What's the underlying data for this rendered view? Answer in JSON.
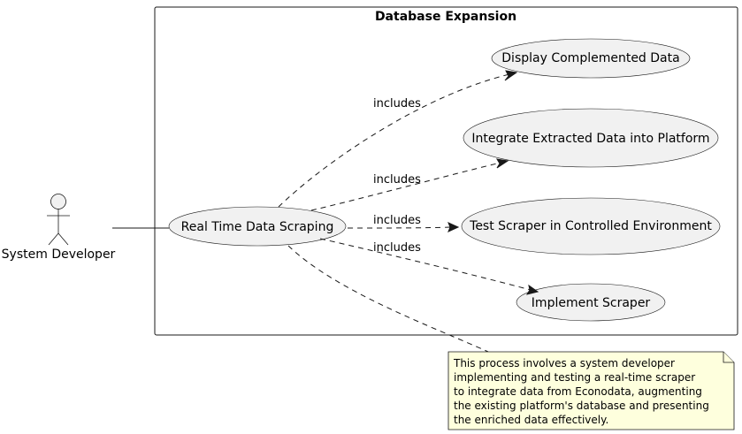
{
  "system": {
    "title": "Database Expansion"
  },
  "actor": {
    "label": "System Developer"
  },
  "central_use_case": {
    "label": "Real Time Data Scraping"
  },
  "use_cases": [
    {
      "label": "Display Complemented Data"
    },
    {
      "label": "Integrate Extracted Data into Platform"
    },
    {
      "label": "Test Scraper in Controlled Environment"
    },
    {
      "label": "Implement Scraper"
    }
  ],
  "relations": [
    {
      "label": "includes"
    },
    {
      "label": "includes"
    },
    {
      "label": "includes"
    },
    {
      "label": "includes"
    }
  ],
  "note": {
    "lines": [
      "This process involves a system developer",
      "implementing and testing a real-time scraper",
      "to integrate data from Econodata, augmenting",
      "the existing platform's database and presenting",
      "the enriched data effectively."
    ]
  },
  "colors": {
    "use_case_fill": "#F1F1F1",
    "note_fill": "#FEFFDD",
    "stroke": "#181818"
  }
}
